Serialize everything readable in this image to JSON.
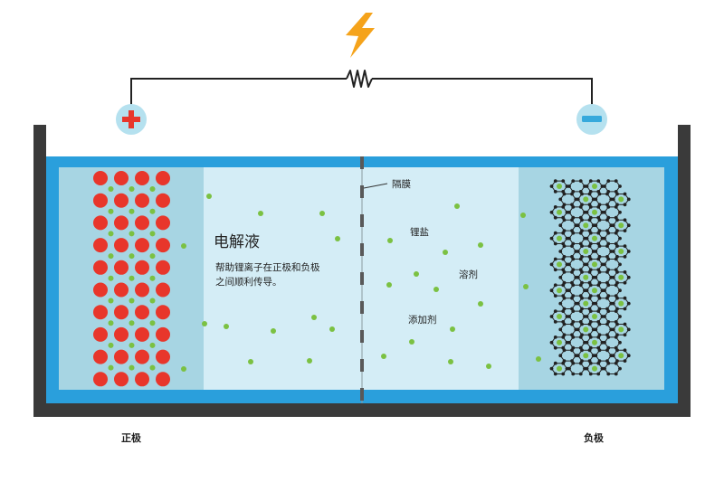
{
  "labels": {
    "electrolyte_title": "电解液",
    "electrolyte_desc_line1": "帮助锂离子在正极和负极",
    "electrolyte_desc_line2": "之间顺利传导。",
    "separator": "隔膜",
    "lithium_salt": "锂盐",
    "solvent": "溶剂",
    "additive": "添加剂",
    "positive_electrode": "正极",
    "negative_electrode": "负极"
  },
  "terminals": {
    "positive_symbol": "+",
    "negative_symbol": "−"
  },
  "colors": {
    "tank_wall": "#3a3a3a",
    "electrolyte_outer": "#2a9fdc",
    "electrolyte_inner": "#d4edf6",
    "electrode_panel": "#a7d5e3",
    "terminal_circle": "#b5e1ef",
    "positive_sign": "#e8362b",
    "negative_sign": "#36a9dc",
    "red_atom": "#e8362b",
    "lithium_ion": "#7bc142",
    "graphite": "#222222",
    "lightning": "#f5a31b",
    "wire": "#222222"
  },
  "icons": {
    "lightning": "lightning-icon",
    "resistor": "resistor-icon",
    "positive": "plus-icon",
    "negative": "minus-icon"
  }
}
